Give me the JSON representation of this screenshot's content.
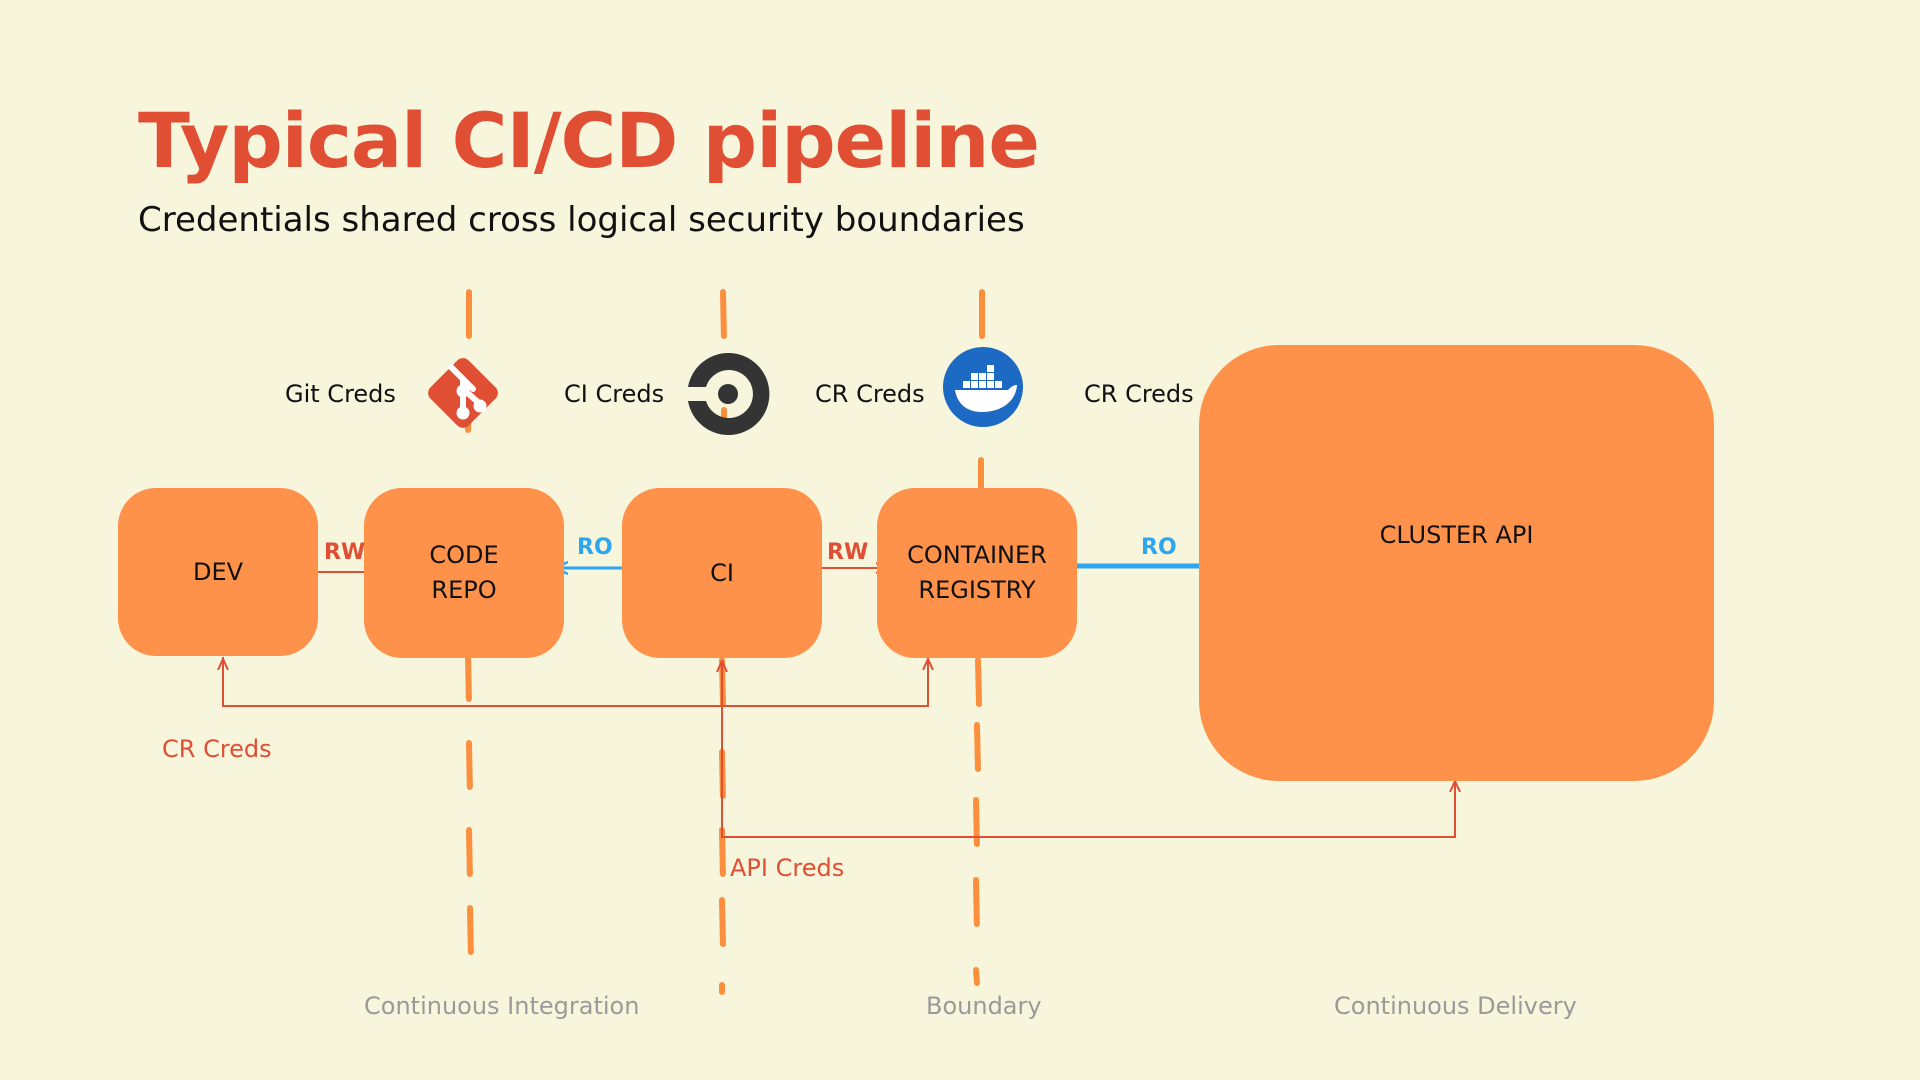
{
  "title": "Typical CI/CD pipeline",
  "subtitle": "Credentials shared cross logical security boundaries",
  "nodes": {
    "dev": "DEV",
    "code_repo": [
      "CODE",
      "REPO"
    ],
    "ci": "CI",
    "container_registry": [
      "CONTAINER",
      "REGISTRY"
    ],
    "cluster_api": "CLUSTER API"
  },
  "top_creds": {
    "git": "Git Creds",
    "ci": "CI Creds",
    "cr": "CR Creds",
    "cr_cd": "CR Creds"
  },
  "edge_labels": {
    "dev_repo": "RW",
    "ci_repo": "RO",
    "ci_registry": "RW",
    "cluster_registry": "RO"
  },
  "bottom_creds": {
    "cr": "CR Creds",
    "api": "API Creds"
  },
  "zones": {
    "ci": "Continuous Integration",
    "boundary": "Boundary",
    "cd": "Continuous Delivery"
  },
  "icons": {
    "git": "git-logo-icon",
    "ci": "circleci-logo-icon",
    "docker": "docker-logo-icon"
  },
  "colors": {
    "background": "#f7f5dc",
    "accent": "#e04e34",
    "box": "#fe924b",
    "read_only": "#2da6f2",
    "boundary": "#fb8f3e",
    "muted": "#9a9a9a"
  }
}
